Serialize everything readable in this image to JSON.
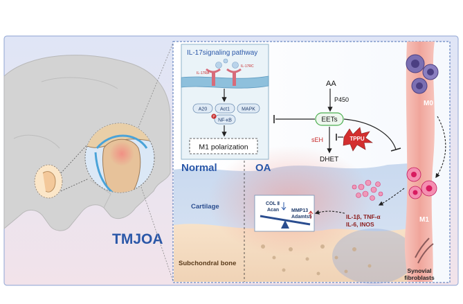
{
  "title": "TMJOA",
  "pathway_box": {
    "title": "IL-17signaling pathway",
    "receptor_a": "IL-17RA",
    "receptor_c": "IL-17RC",
    "ligand": "IL-17",
    "nodes": [
      "A20",
      "Act1",
      "MAPK"
    ],
    "nfkb": "NF-κB",
    "phospho": "P",
    "outcome": "M1 polarization"
  },
  "metabolism": {
    "aa": "AA",
    "p450": "P450",
    "eets": "EETs",
    "seh": "sEH",
    "tppu": "TPPU",
    "dhet": "DHET"
  },
  "regions": {
    "normal": "Normal",
    "oa": "OA",
    "cartilage": "Cartilage",
    "subchondral": "Subchondral bone"
  },
  "balance": {
    "left_top": "COL Ⅱ",
    "left_bottom": "Acan",
    "right_top": "MMP13",
    "right_bottom": "Adamts5"
  },
  "cytokines": {
    "line1": "IL-1β, TNF-α",
    "line2": "IL-6, INOS"
  },
  "cells": {
    "m0": "M0",
    "m1": "M1",
    "synovial_line1": "Synovial",
    "synovial_line2": "fibroblasts"
  },
  "colors": {
    "outer_bg": "#e7ebf7",
    "panel_border": "#4a6fb5",
    "title_blue": "#2a57a8",
    "inhibit_red": "#c62828",
    "synovium": "#f0a59b",
    "membrane": "#7fb6d8"
  }
}
